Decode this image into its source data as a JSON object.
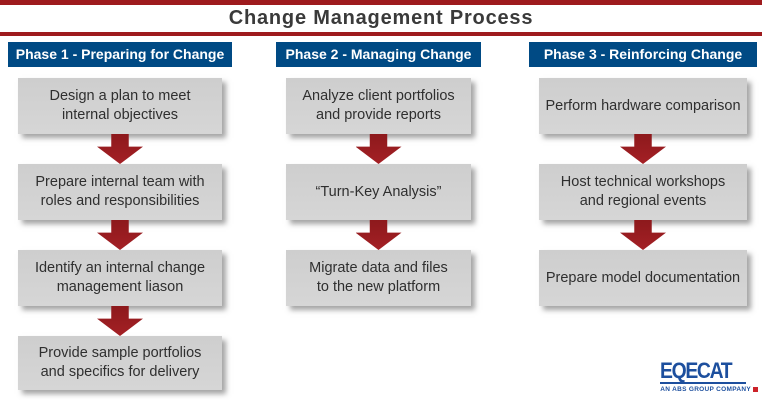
{
  "title": "Change Management Process",
  "phases": [
    {
      "title": "Phase 1 - Preparing for Change",
      "steps": [
        "Design a plan to meet\ninternal objectives",
        "Prepare internal team with\nroles and responsibilities",
        "Identify an internal change\nmanagement liason",
        "Provide sample portfolios\nand specifics for delivery"
      ]
    },
    {
      "title": "Phase 2 - Managing Change",
      "steps": [
        "Analyze client portfolios\nand provide reports",
        "“Turn-Key Analysis”",
        "Migrate data and files\nto the new platform"
      ]
    },
    {
      "title": "Phase 3 - Reinforcing Change",
      "steps": [
        "Perform hardware comparison",
        "Host technical workshops\nand regional events",
        "Prepare model documentation"
      ]
    }
  ],
  "logo": {
    "name": "EQECAT",
    "tagline": "AN ABS GROUP COMPANY"
  },
  "colors": {
    "accent_red": "#9E1B1E",
    "header_blue": "#004A84",
    "box_gray": "#D3D3D3",
    "box_text": "#2F2F2F",
    "title_text": "#3A3A3A",
    "logo_blue": "#1D4F9E",
    "logo_red": "#CC2229"
  }
}
